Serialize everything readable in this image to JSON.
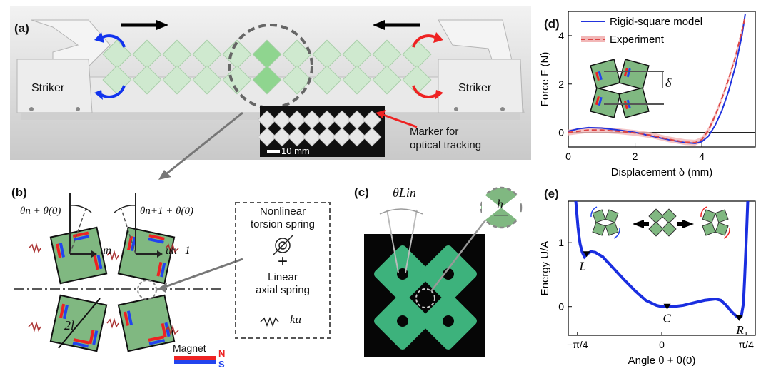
{
  "panels": {
    "a": {
      "label": "(a)",
      "striker_left": "Striker",
      "striker_right": "Striker",
      "scale_bar": "10 mm",
      "marker_line1": "Marker for",
      "marker_line2": "optical tracking"
    },
    "b": {
      "label": "(b)",
      "theta_n": "θn + θ(0)",
      "theta_n1": "θn+1 + θ(0)",
      "u_n": "un",
      "u_n1": "un+1",
      "two_l": "2l",
      "magnet": "Magnet",
      "pole_n": "N",
      "pole_s": "S",
      "box_line1": "Nonlinear",
      "box_line2": "torsion spring",
      "plus": "+",
      "box_line3": "Linear",
      "box_line4": "axial spring",
      "k_u": "ku"
    },
    "c": {
      "label": "(c)",
      "theta_lin": "θLin",
      "h": "h"
    },
    "d": {
      "label": "(d)"
    },
    "e": {
      "label": "(e)",
      "point_L": "L",
      "point_C": "C",
      "point_R": "R"
    },
    "colors": {
      "green_square": "#80b881",
      "model_blue": "#2233dd",
      "experiment_red": "#dd4444",
      "magnet_red": "#ee2222",
      "magnet_blue": "#2244ee"
    }
  },
  "chart_data": [
    {
      "type": "line",
      "panel": "d",
      "xlabel": "Displacement  δ (mm)",
      "ylabel": "Force  F (N)",
      "xlim": [
        0,
        5.6
      ],
      "ylim": [
        -0.6,
        5.0
      ],
      "xticks": [
        "0",
        "2",
        "4"
      ],
      "yticks": [
        "0",
        "2",
        "4"
      ],
      "legend": "top-right",
      "delta_label": "δ",
      "series": [
        {
          "name": "Rigid-square model",
          "x": [
            0,
            0.3,
            0.6,
            1.0,
            1.5,
            2.0,
            2.5,
            3.0,
            3.5,
            3.8,
            4.0,
            4.2,
            4.4,
            4.6,
            4.8,
            5.0,
            5.2,
            5.3
          ],
          "y": [
            0.05,
            0.15,
            0.2,
            0.18,
            0.1,
            0.0,
            -0.15,
            -0.3,
            -0.42,
            -0.45,
            -0.38,
            -0.15,
            0.3,
            0.9,
            1.7,
            2.7,
            4.0,
            4.9
          ]
        },
        {
          "name": "Experiment",
          "x": [
            0,
            0.3,
            0.6,
            1.0,
            1.5,
            2.0,
            2.5,
            3.0,
            3.5,
            3.8,
            4.0,
            4.2,
            4.4,
            4.6,
            4.8,
            5.0,
            5.2,
            5.3
          ],
          "y": [
            0.0,
            0.05,
            0.1,
            0.1,
            0.05,
            -0.02,
            -0.12,
            -0.28,
            -0.4,
            -0.42,
            -0.3,
            0.1,
            0.7,
            1.4,
            2.2,
            3.1,
            4.2,
            4.8
          ]
        }
      ]
    },
    {
      "type": "line",
      "panel": "e",
      "xlabel": "Angle  θ + θ(0)",
      "ylabel": "Energy  U/A",
      "xlim": [
        -0.87,
        0.87
      ],
      "ylim": [
        -0.45,
        1.65
      ],
      "xticks": [
        "−π/4",
        "0",
        "π/4"
      ],
      "yticks": [
        "0",
        "1"
      ],
      "series": [
        {
          "x": [
            -0.8,
            -0.79,
            -0.78,
            -0.77,
            -0.76,
            -0.74,
            -0.72,
            -0.7,
            -0.66,
            -0.62,
            -0.55,
            -0.45,
            -0.35,
            -0.25,
            -0.15,
            -0.05,
            0.0,
            0.1,
            0.2,
            0.3,
            0.4,
            0.5,
            0.55,
            0.6,
            0.65,
            0.7,
            0.72,
            0.74,
            0.76,
            0.77,
            0.78,
            0.79,
            0.8
          ],
          "y": [
            1.65,
            1.45,
            1.25,
            1.1,
            0.98,
            0.85,
            0.78,
            0.82,
            0.86,
            0.85,
            0.78,
            0.6,
            0.42,
            0.25,
            0.1,
            0.02,
            0.0,
            0.0,
            0.02,
            0.06,
            0.1,
            0.12,
            0.1,
            0.02,
            -0.08,
            -0.16,
            -0.18,
            -0.15,
            0.05,
            0.4,
            0.8,
            1.2,
            1.65
          ]
        }
      ]
    }
  ]
}
